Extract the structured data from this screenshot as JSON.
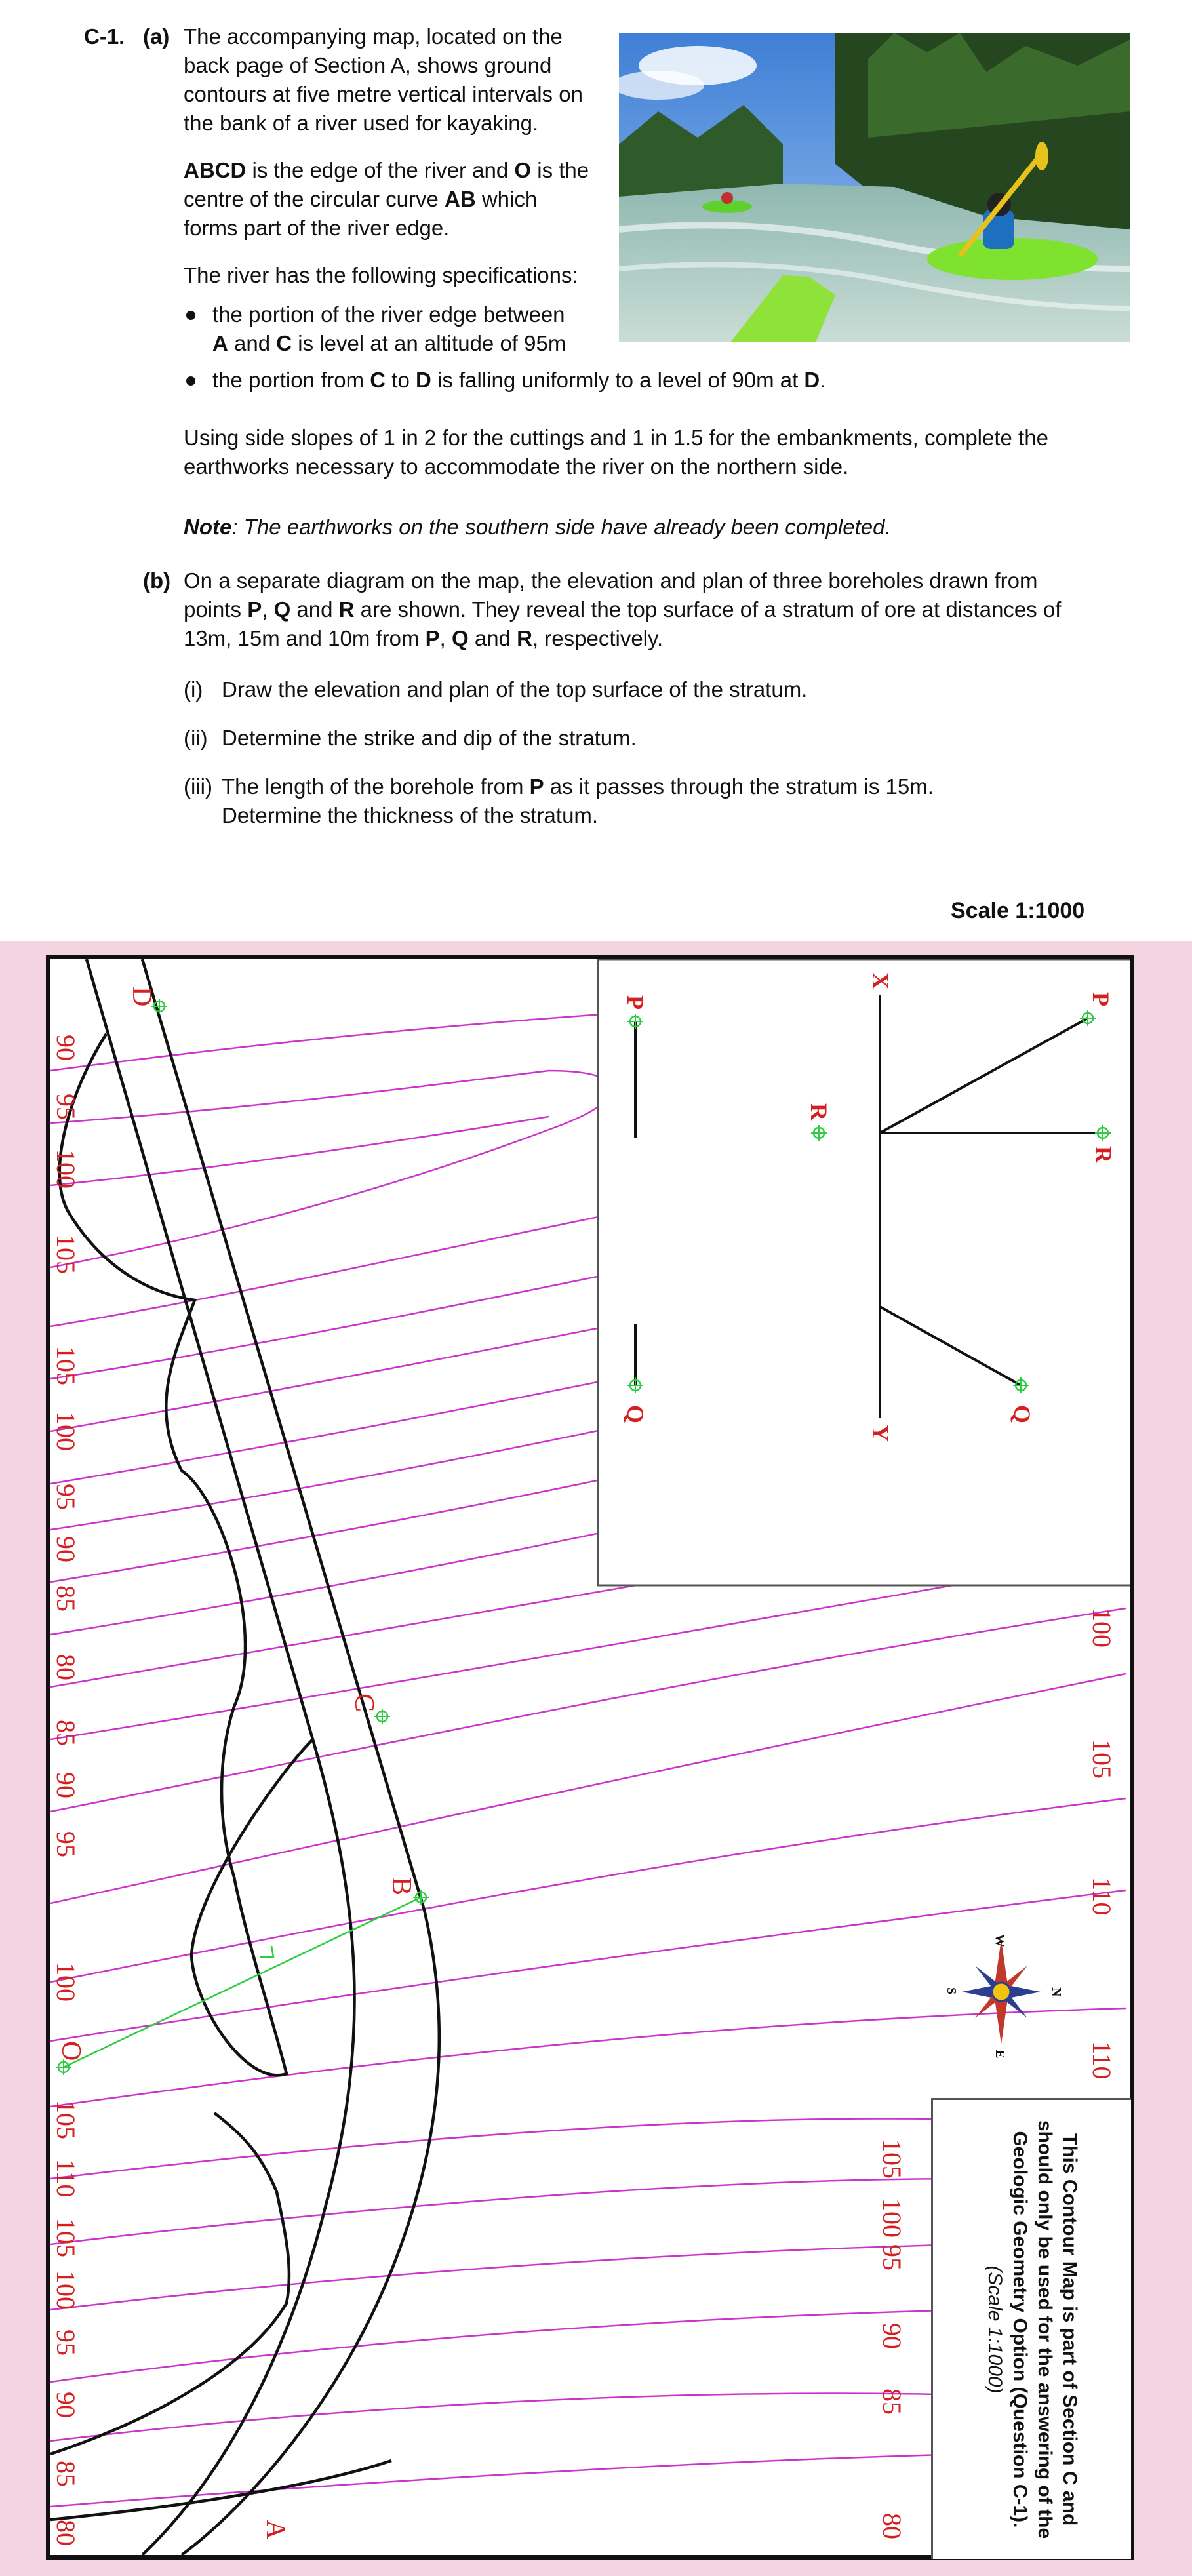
{
  "question": {
    "number": "C-1.",
    "part_a": {
      "label": "(a)",
      "intro_lines": [
        "The accompanying map, located on the",
        "back page of Section A, shows ground",
        "contours at five metre vertical intervals on",
        "the bank of a river used for kayaking."
      ],
      "edge_line1_pre": "",
      "edge_line1_bold1": "ABCD",
      "edge_line1_mid": " is the edge of the river and ",
      "edge_line1_bold2": "O",
      "edge_line1_post": " is the",
      "edge_line2_pre": "centre of the circular curve ",
      "edge_line2_bold": "AB",
      "edge_line2_post": " which",
      "edge_line3": "forms part of the river edge.",
      "spec_heading": "The river has the following specifications:",
      "bullet1_line1": "the portion of the river edge between",
      "bullet1_b1": "A",
      "bullet1_and": " and ",
      "bullet1_b2": "C",
      "bullet1_rest": " is level at an altitude of 95m",
      "bullet2_pre": "the portion from ",
      "bullet2_b1": "C",
      "bullet2_to": " to ",
      "bullet2_b2": "D",
      "bullet2_mid": " is falling uniformly to a level of 90m at ",
      "bullet2_b3": "D",
      "bullet2_end": ".",
      "slopes_line1": "Using side slopes of 1 in 2 for the cuttings and 1 in 1.5 for the embankments, complete the",
      "slopes_line2": "earthworks necessary to accommodate the river on the northern side.",
      "note_label": "Note",
      "note_text": ": The earthworks on the southern side have already been completed."
    },
    "part_b": {
      "label": "(b)",
      "l1": "On a separate diagram on the map, the elevation and plan of three boreholes drawn from",
      "l2_pre": "points ",
      "l2_p": "P",
      "l2_c1": ", ",
      "l2_q": "Q",
      "l2_and": " and ",
      "l2_r": "R",
      "l2_post": " are shown.  They reveal the top surface of a stratum of ore at distances of",
      "l3_pre": "13m, 15m and 10m from ",
      "l3_p": "P",
      "l3_c": ", ",
      "l3_q": "Q",
      "l3_and": " and ",
      "l3_r": "R",
      "l3_post": ", respectively.",
      "i_num": "(i)",
      "i_text": "Draw the elevation and plan of the top surface of the stratum.",
      "ii_num": "(ii)",
      "ii_text": "Determine the strike and dip of the stratum.",
      "iii_num": "(iii)",
      "iii_l1_pre": "The length of the borehole from ",
      "iii_l1_b": "P",
      "iii_l1_post": " as it passes through the stratum is 15m.",
      "iii_l2": "Determine the thickness of the stratum."
    }
  },
  "scale_label": "Scale 1:1000",
  "map": {
    "left_labels": [
      "90",
      "95",
      "100",
      "105",
      "105",
      "100",
      "95",
      "90",
      "85",
      "80",
      "85",
      "90",
      "95",
      "100",
      "105",
      "110",
      "105",
      "100",
      "95",
      "90",
      "85",
      "80"
    ],
    "right_labels": [
      "100",
      "105",
      "110",
      "110",
      "105",
      "100",
      "95",
      "90",
      "85",
      "80"
    ],
    "points": {
      "A": "A",
      "B": "B",
      "C": "C",
      "D": "D",
      "O": "O"
    },
    "borehole": {
      "P": "P",
      "Q": "Q",
      "R": "R",
      "X": "X",
      "Y": "Y"
    },
    "compass": {
      "N": "N",
      "S": "S",
      "E": "E",
      "W": "W"
    },
    "note": {
      "main": "This Contour Map is part of Section C and should only be used for the answering of the Geologic Geometry Option (Question C-1).",
      "scale": "(Scale 1:1000)"
    },
    "colors": {
      "contour": "#cc33cc",
      "labels": "#d42020",
      "points": "#2ecc40",
      "background": "#f4d4e1"
    }
  }
}
